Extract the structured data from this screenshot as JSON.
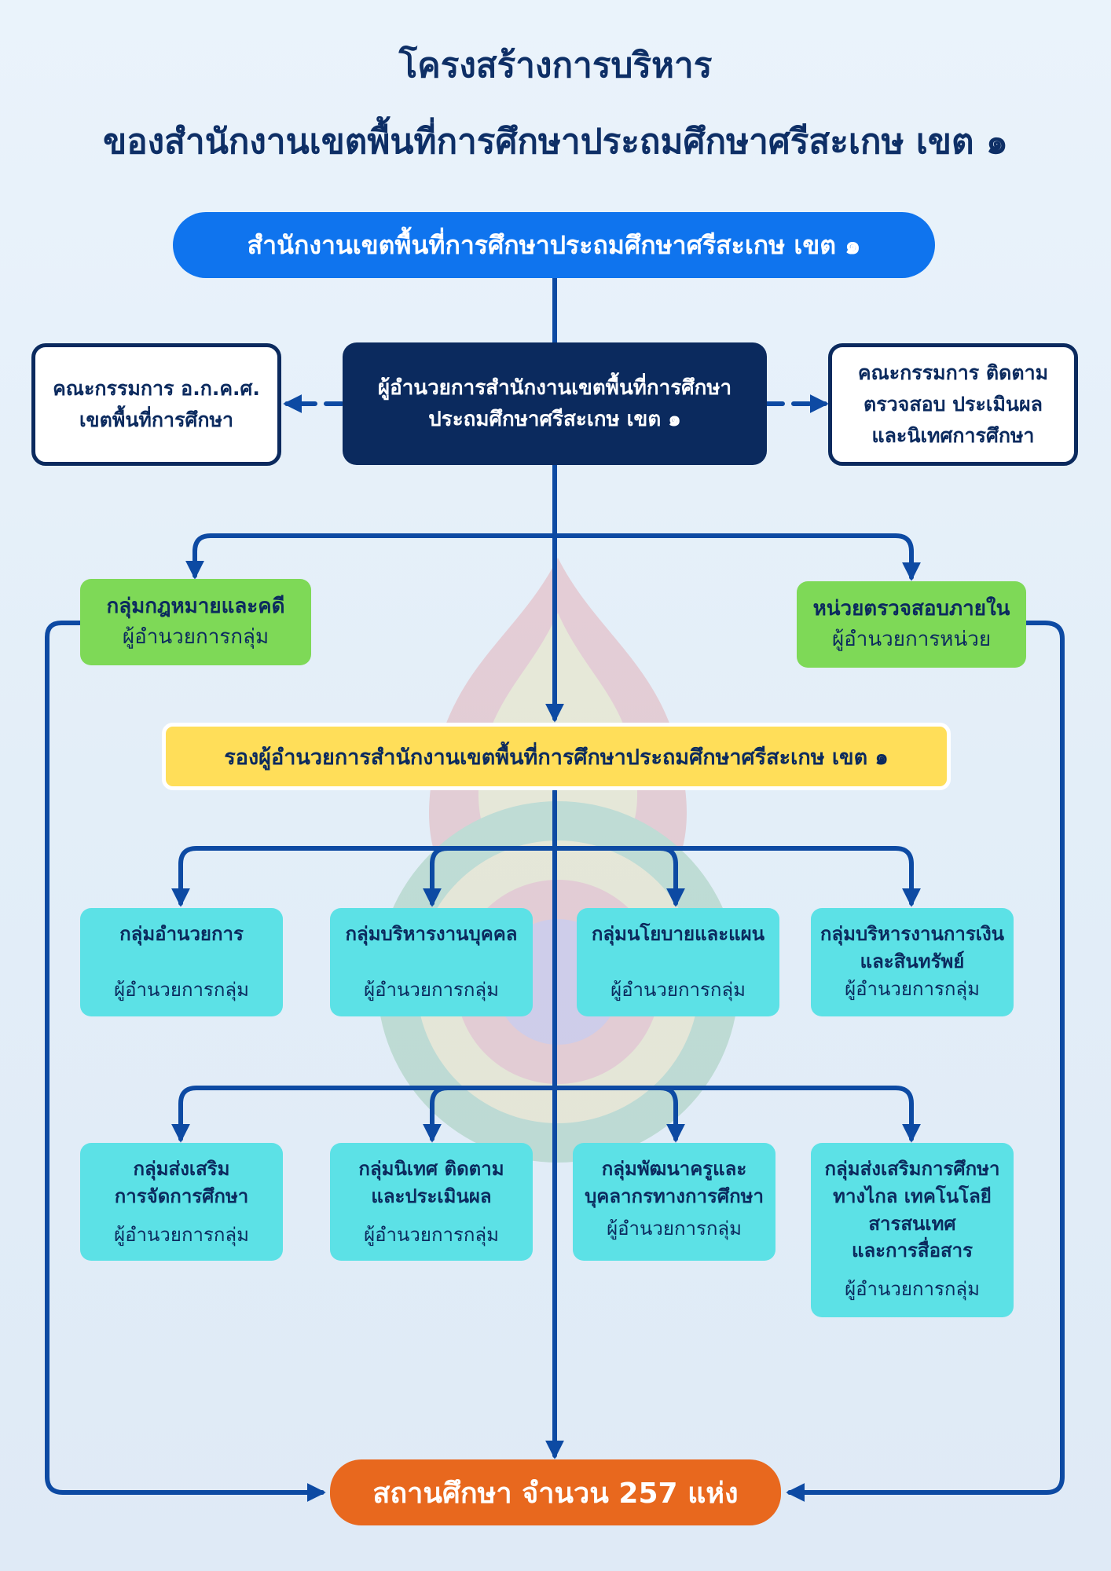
{
  "title": {
    "line1": "โครงสร้างการบริหาร",
    "line2": "ของสำนักงานเขตพื้นที่การศึกษาประถมศึกษาศรีสะเกษ เขต ๑"
  },
  "top_office": "สำนักงานเขตพื้นที่การศึกษาประถมศึกษาศรีสะเกษ เขต ๑",
  "director": {
    "line1": "ผู้อำนวยการสำนักงานเขตพื้นที่การศึกษา",
    "line2": "ประถมศึกษาศรีสะเกษ เขต ๑"
  },
  "committee_left": {
    "line1": "คณะกรรมการ อ.ก.ค.ศ.",
    "line2": "เขตพื้นที่การศึกษา"
  },
  "committee_right": {
    "line1": "คณะกรรมการ ติดตาม",
    "line2": "ตรวจสอบ ประเมินผล",
    "line3": "และนิเทศการศึกษา"
  },
  "legal_group": {
    "name": "กลุ่มกฎหมายและคดี",
    "head": "ผู้อำนวยการกลุ่ม"
  },
  "audit_unit": {
    "name": "หน่วยตรวจสอบภายใน",
    "head": "ผู้อำนวยการหน่วย"
  },
  "deputy": "รองผู้อำนวยการสำนักงานเขตพื้นที่การศึกษาประถมศึกษาศรีสะเกษ เขต ๑",
  "groups_row1": [
    {
      "name": "กลุ่มอำนวยการ",
      "head": "ผู้อำนวยการกลุ่ม"
    },
    {
      "name": "กลุ่มบริหารงานบุคคล",
      "head": "ผู้อำนวยการกลุ่ม"
    },
    {
      "name": "กลุ่มนโยบายและแผน",
      "head": "ผู้อำนวยการกลุ่ม"
    },
    {
      "name": "กลุ่มบริหารงานการเงิน\nและสินทรัพย์",
      "head": "ผู้อำนวยการกลุ่ม"
    }
  ],
  "groups_row2": [
    {
      "name": "กลุ่มส่งเสริม\nการจัดการศึกษา",
      "head": "ผู้อำนวยการกลุ่ม"
    },
    {
      "name": "กลุ่มนิเทศ ติดตาม\nและประเมินผล",
      "head": "ผู้อำนวยการกลุ่ม"
    },
    {
      "name": "กลุ่มพัฒนาครูและ\nบุคลากรทางการศึกษา",
      "head": "ผู้อำนวยการกลุ่ม"
    },
    {
      "name": "กลุ่มส่งเสริมการศึกษา\nทางไกล เทคโนโลยี\nสารสนเทศ\nและการสื่อสาร",
      "head": "ผู้อำนวยการกลุ่ม"
    }
  ],
  "schools": "สถานศึกษา จำนวน 257 แห่ง",
  "colors": {
    "line": "#0d4aa3",
    "top_pill": "#0f74ee",
    "director": "#0b2a5e",
    "green": "#7ed957",
    "yellow": "#ffde59",
    "cyan": "#5ce1e6",
    "orange": "#e8681e"
  }
}
